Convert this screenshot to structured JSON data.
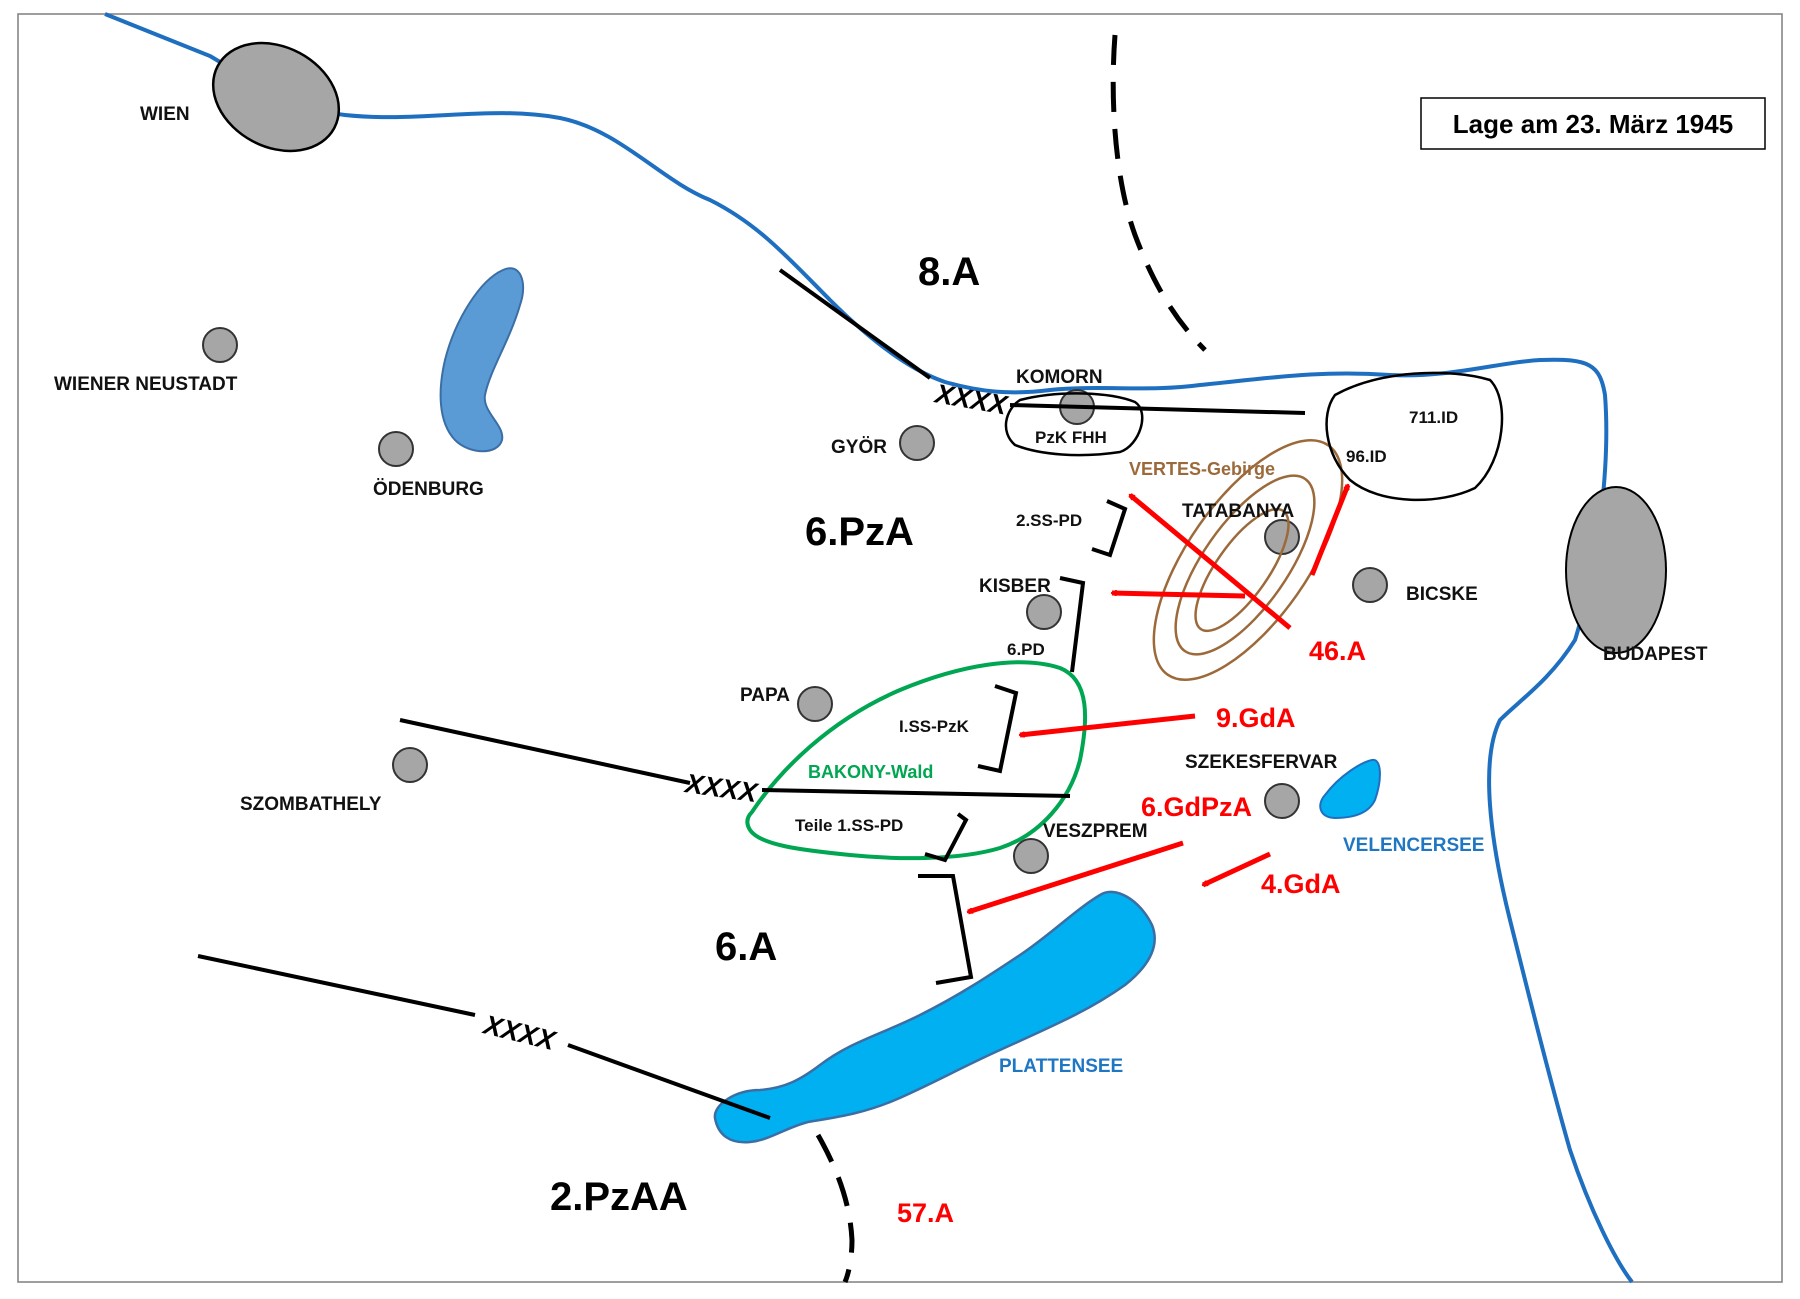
{
  "title": "Lage am 23. März 1945",
  "cities": {
    "wien": "WIEN",
    "wiener_neustadt": "WIENER NEUSTADT",
    "odenburg": "ÖDENBURG",
    "gyor": "GYÖR",
    "komorn": "KOMORN",
    "tatabanya": "TATABANYA",
    "bicske": "BICSKE",
    "budapest": "BUDAPEST",
    "kisber": "KISBER",
    "papa": "PAPA",
    "szombathely": "SZOMBATHELY",
    "szekesfervar": "SZEKESFERVAR",
    "veszprem": "VESZPREM"
  },
  "german_armies": {
    "a8": "8.A",
    "pza6": "6.PzA",
    "a6": "6.A",
    "pzaa2": "2.PzAA"
  },
  "soviet_armies": {
    "a46": "46.A",
    "gda9": "9.GdA",
    "gdpza6": "6.GdPzA",
    "gda4": "4.GdA",
    "a57": "57.A"
  },
  "units": {
    "pzk_fhh": "PzK FHH",
    "id711": "711.ID",
    "id96": "96.ID",
    "ss_pd2": "2.SS-PD",
    "pd6": "6.PD",
    "ss_pzk1": "I.SS-PzK",
    "teile_ss_pd1": "Teile 1.SS-PD"
  },
  "boundary_marks": {
    "north": "XXXX",
    "middle": "XXXX",
    "south": "XXXX"
  },
  "terrain": {
    "vertes": "VERTES-Gebirge",
    "bakony": "BAKONY-Wald"
  },
  "waters": {
    "plattensee": "PLATTENSEE",
    "velencersee": "VELENCERSEE"
  },
  "colors": {
    "river": "#1f6fc0",
    "lake_neusiedl": "#5b9bd5",
    "lake_blue": "#00b0f0",
    "city_fill": "#a6a6a6",
    "soviet_red": "#ff0000",
    "forest_green": "#00a651",
    "mountain_brown": "#9c6a3a"
  }
}
